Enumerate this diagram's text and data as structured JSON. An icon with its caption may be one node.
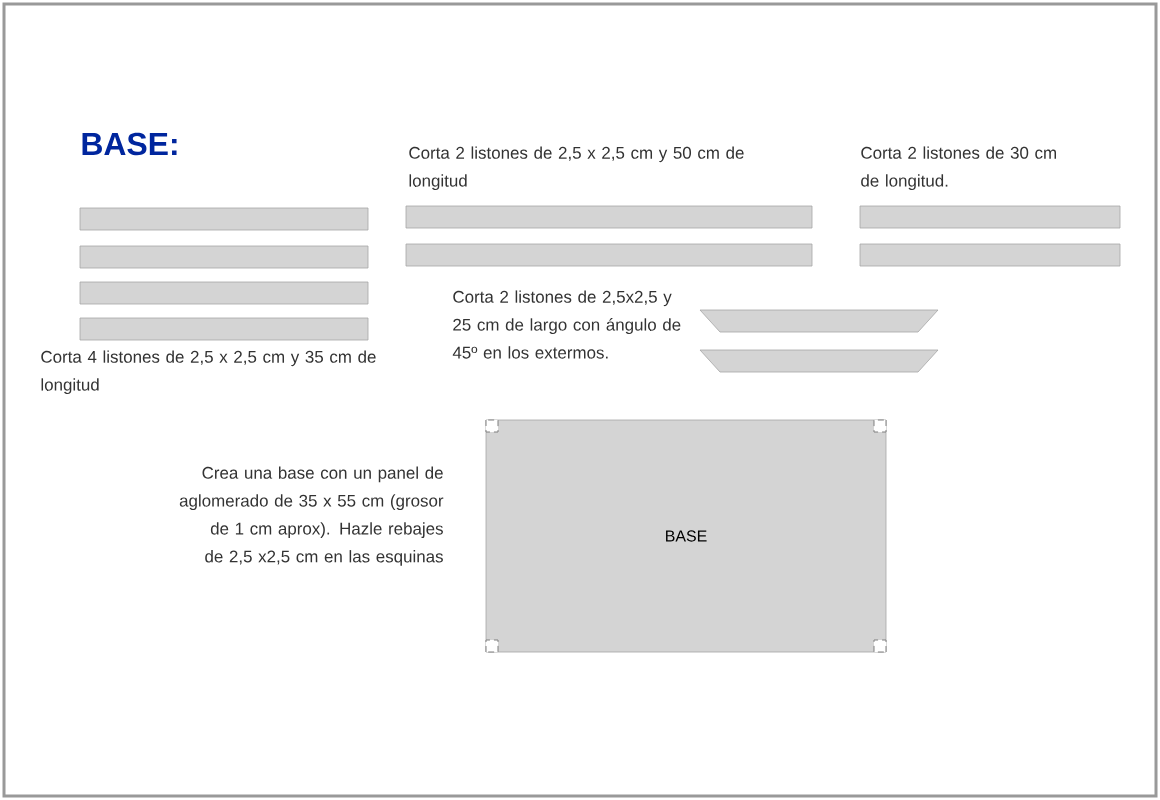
{
  "diagram": {
    "title": "BASE:",
    "nodes": [
      {
        "text": [],
        "shape": "bar"
      },
      {
        "text": [],
        "shape": "bar"
      },
      {
        "text": [],
        "shape": "bar"
      },
      {
        "text": [],
        "shape": "bar"
      },
      {
        "text": [],
        "shape": "bar"
      },
      {
        "text": [],
        "shape": "bar"
      },
      {
        "text": [],
        "shape": "bar"
      },
      {
        "text": [],
        "shape": "bar"
      },
      {
        "text": [],
        "shape": "trapezoid"
      },
      {
        "text": [],
        "shape": "trapezoid"
      },
      {
        "text": [
          "BASE"
        ]
      }
    ],
    "labels": [
      "Corta 2 listones de 2,5 x 2,5 cm y 50 cm de longitud",
      "Corta 2 listones de 30 cm de longitud.",
      "Corta 2 listones de 2,5x2,5 y 25 cm de largo con ángulo de 45º en los extermos.",
      "Corta 4 listones de 2,5 x 2,5 cm y 35 cm de longitud",
      "Crea una base con un panel de aglomerado de 35 x 55 cm (grosor de 1 cm aprox). Hazle rebajes de 2,5 x2,5 cm en las esquinas"
    ]
  }
}
